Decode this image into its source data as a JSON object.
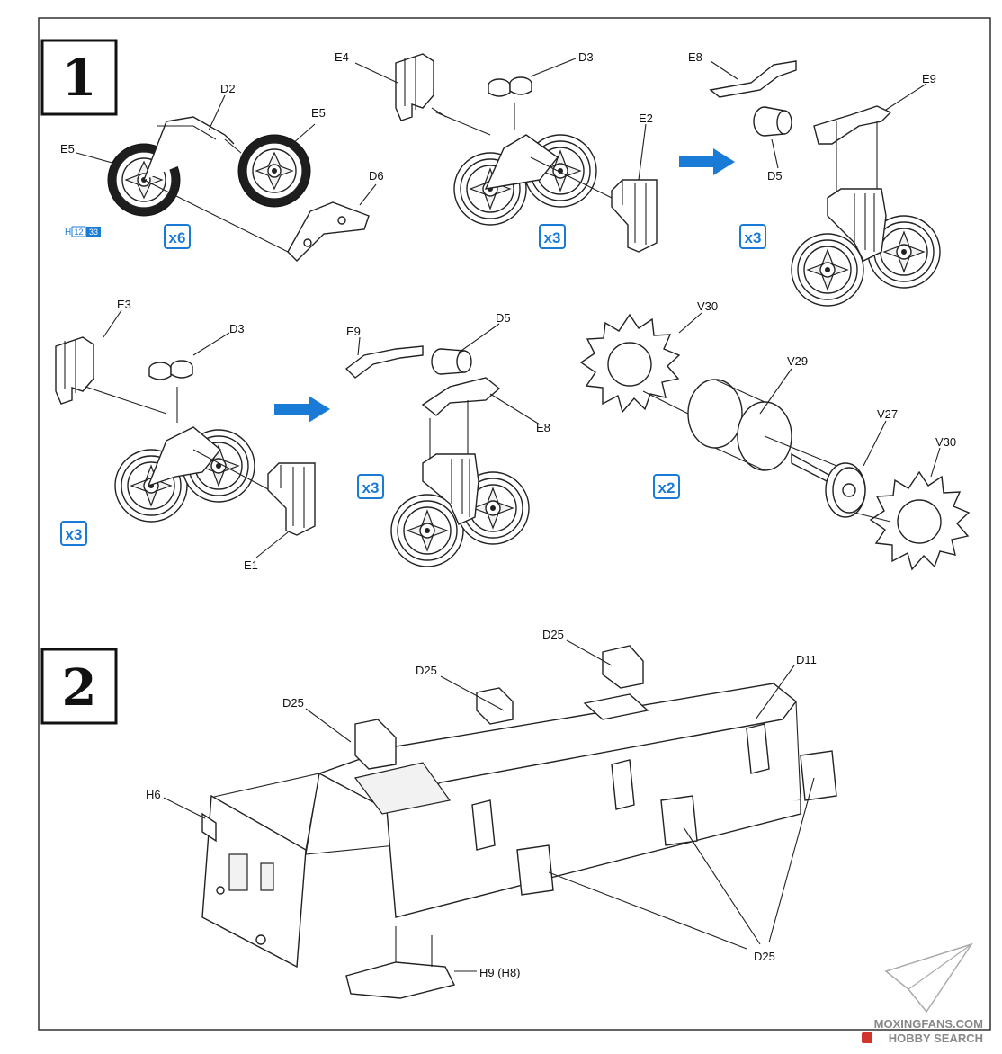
{
  "steps": [
    {
      "number": "1"
    },
    {
      "number": "2"
    }
  ],
  "step1": {
    "a": {
      "labels": {
        "d2": "D2",
        "e5_left": "E5",
        "e5_right": "E5",
        "d6": "D6"
      },
      "page_ref": {
        "prefix": "H",
        "n1": "12",
        "n2": "33"
      },
      "multiplier": "x6"
    },
    "b": {
      "labels": {
        "e4": "E4",
        "d3": "D3",
        "e2": "E2"
      },
      "multiplier": "x3"
    },
    "c": {
      "labels": {
        "e8": "E8",
        "e9": "E9",
        "d5": "D5"
      },
      "multiplier": "x3"
    },
    "d": {
      "labels": {
        "e3": "E3",
        "d3": "D3",
        "e1": "E1"
      },
      "multiplier": "x3"
    },
    "e": {
      "labels": {
        "e9": "E9",
        "d5": "D5",
        "e8": "E8"
      },
      "multiplier": "x3"
    },
    "f": {
      "labels": {
        "v30_top": "V30",
        "v29": "V29",
        "v27": "V27",
        "v30_bottom": "V30"
      },
      "multiplier": "x2"
    }
  },
  "step2": {
    "labels": {
      "d25_top": "D25",
      "d11": "D11",
      "d25_mid": "D25",
      "d25_left": "D25",
      "h6": "H6",
      "h9": "H9 (H8)",
      "d25_bottom": "D25"
    }
  },
  "watermark": {
    "site": "MOXINGFANS.COM",
    "brand": "HOBBY SEARCH"
  },
  "colors": {
    "arrow_blue": "#1a7bd6",
    "line": "#222222",
    "brand_red": "#d0342c"
  }
}
